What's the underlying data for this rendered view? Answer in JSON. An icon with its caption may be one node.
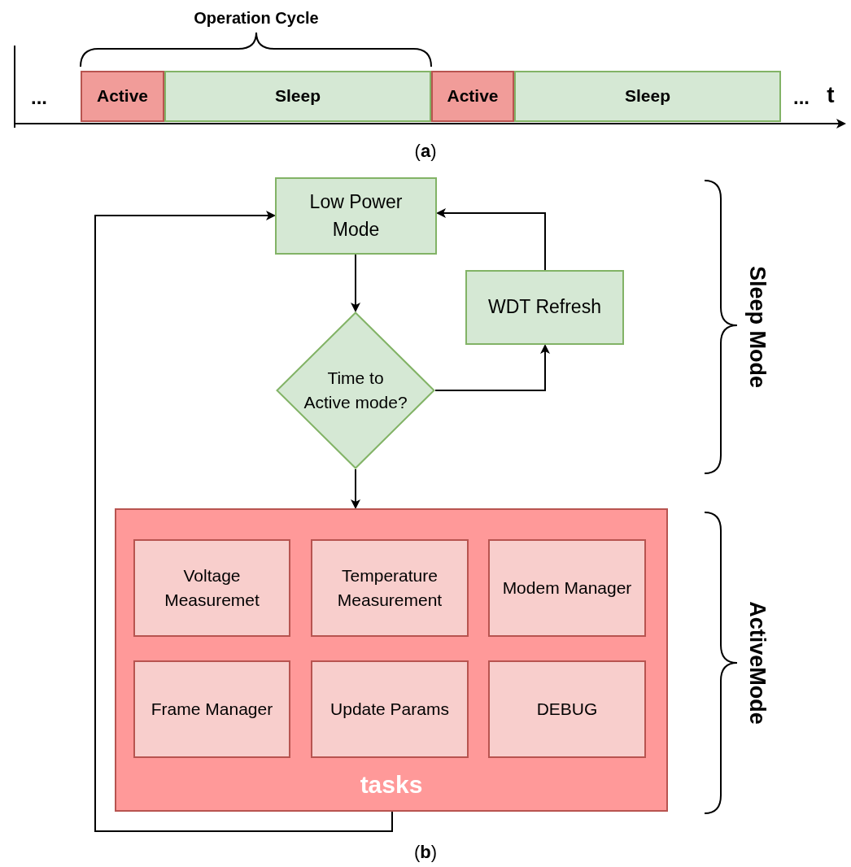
{
  "diagram": {
    "nodes": [
      {
        "text": [
          "Active"
        ]
      },
      {
        "text": [
          "Sleep"
        ]
      },
      {
        "text": [
          "Active"
        ]
      },
      {
        "text": [
          "Sleep"
        ]
      },
      {
        "text": [
          "Low Power Mode"
        ]
      },
      {
        "text": [
          "WDT Refresh"
        ]
      },
      {
        "text": [
          "Time to Active mode?"
        ]
      },
      {
        "text": [
          "tasks"
        ]
      },
      {
        "text": [
          "Voltage Measuremet"
        ],
        "in": 7
      },
      {
        "text": [
          "Temperature Measurement"
        ],
        "in": 7
      },
      {
        "text": [
          "Modem Manager"
        ],
        "in": 7
      },
      {
        "text": [
          "Frame Manager"
        ],
        "in": 7
      },
      {
        "text": [
          "Update Params"
        ],
        "in": 7
      },
      {
        "text": [
          "DEBUG"
        ],
        "in": 7
      }
    ],
    "edges": [
      {
        "from": 4,
        "to": 6,
        "arrow": "to"
      },
      {
        "from": 6,
        "to": 5,
        "arrow": "to"
      },
      {
        "from": 5,
        "to": 4,
        "arrow": "to"
      },
      {
        "from": 6,
        "to": 7,
        "arrow": "to"
      },
      {
        "from": 7,
        "to": 4,
        "arrow": "to"
      }
    ],
    "labels": [
      "Operation Cycle",
      "...",
      "...",
      "t",
      "(**a**)",
      "Sleep Mode",
      "ActiveMode",
      "(**b**)"
    ]
  }
}
